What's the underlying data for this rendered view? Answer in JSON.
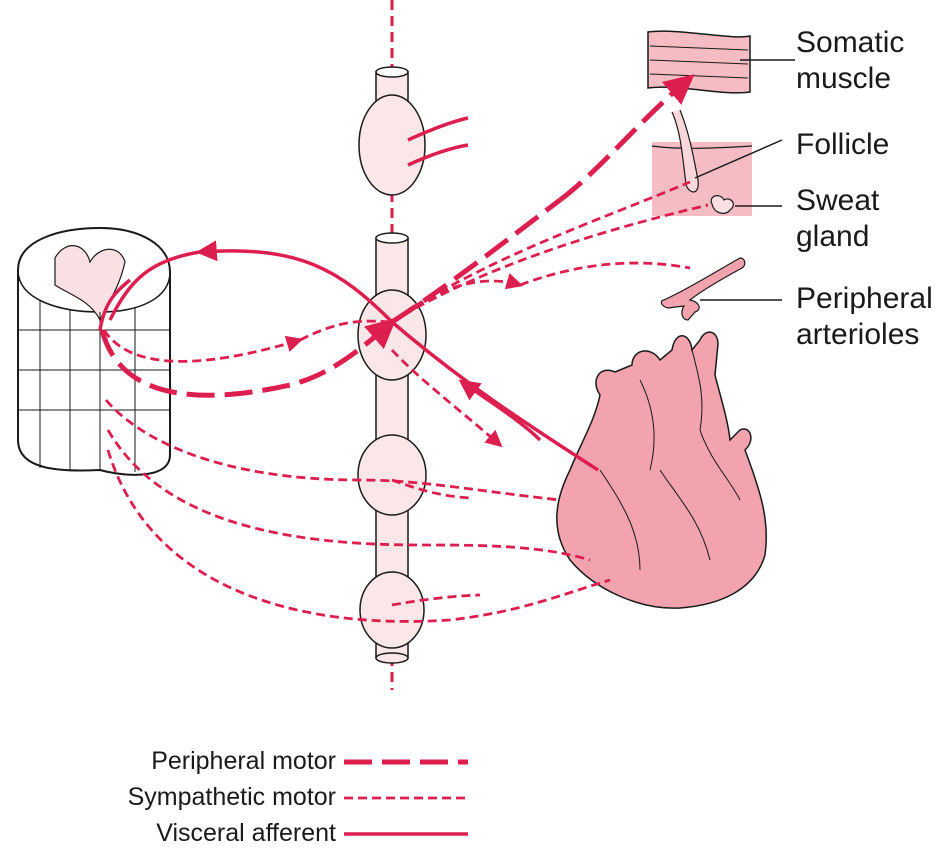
{
  "colors": {
    "nerve": "#dc1f4f",
    "tissue_fill": "#f6bcc3",
    "ganglion_fill": "#fbe6e8",
    "heart_fill": "#f2a3ad",
    "outline": "#1a1a1a"
  },
  "labels": {
    "somatic_muscle_line1": "Somatic",
    "somatic_muscle_line2": "muscle",
    "follicle": "Follicle",
    "sweat_gland_line1": "Sweat",
    "sweat_gland_line2": "gland",
    "arterioles_line1": "Peripheral",
    "arterioles_line2": "arterioles"
  },
  "legend": {
    "items": [
      {
        "label": "Peripheral motor",
        "style": "long-dash"
      },
      {
        "label": "Sympathetic motor",
        "style": "short-dash"
      },
      {
        "label": "Visceral afferent",
        "style": "solid"
      }
    ]
  },
  "structures": [
    "spinal-cord-segment",
    "sympathetic-chain",
    "heart",
    "somatic-muscle",
    "skin-follicle",
    "sweat-gland",
    "peripheral-arteriole"
  ]
}
